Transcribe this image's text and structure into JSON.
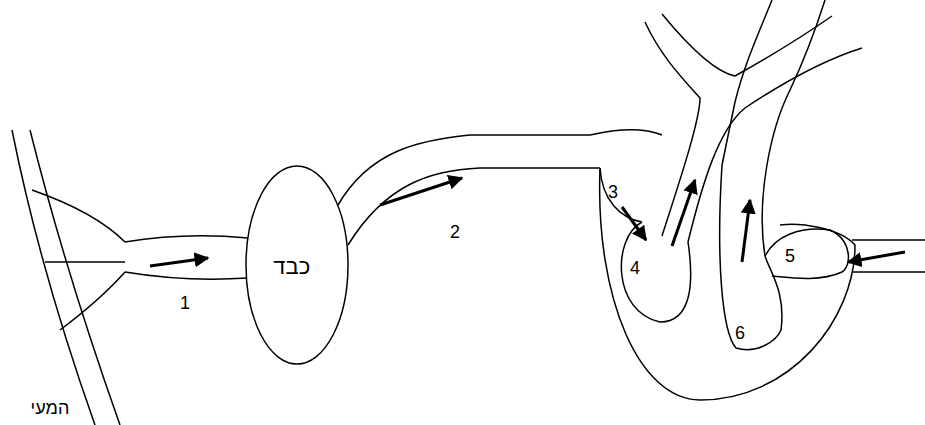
{
  "diagram": {
    "nodes": [
      {
        "text": [
          "כבד"
        ]
      }
    ],
    "labels": [
      "המעי",
      "1",
      "2",
      "3",
      "4",
      "5",
      "6"
    ]
  }
}
